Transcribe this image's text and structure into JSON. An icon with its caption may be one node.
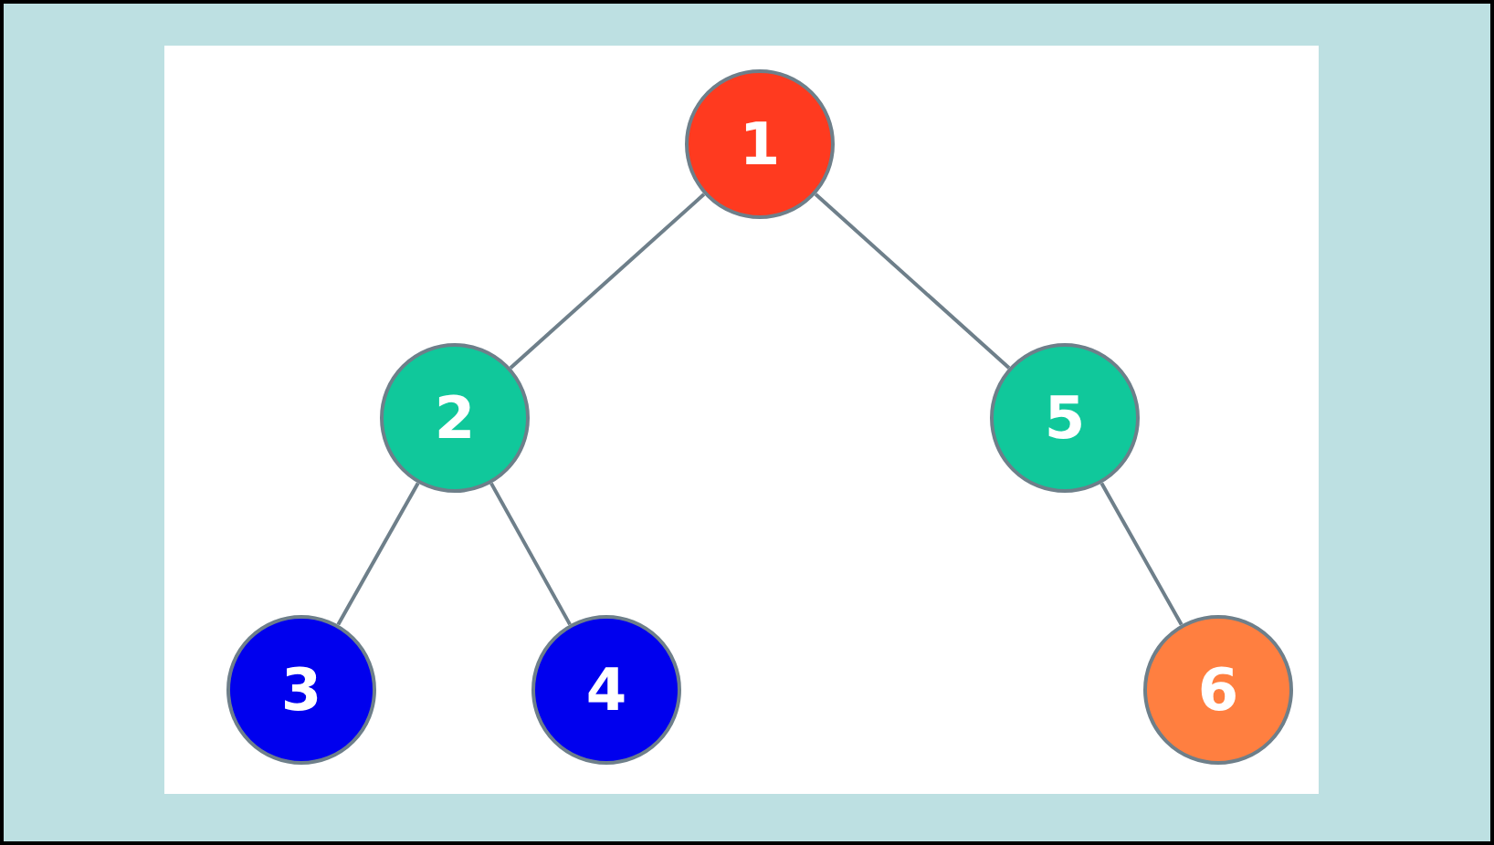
{
  "diagram": {
    "nodes": [
      {
        "text": [
          "1"
        ]
      },
      {
        "text": [
          "2"
        ]
      },
      {
        "text": [
          "5"
        ]
      },
      {
        "text": [
          "3"
        ]
      },
      {
        "text": [
          "4"
        ]
      },
      {
        "text": [
          "6"
        ]
      }
    ],
    "edges": [
      {
        "from": 0,
        "to": 1,
        "arrow": "none"
      },
      {
        "from": 0,
        "to": 2,
        "arrow": "none"
      },
      {
        "from": 1,
        "to": 3,
        "arrow": "none"
      },
      {
        "from": 1,
        "to": 4,
        "arrow": "none"
      },
      {
        "from": 2,
        "to": 5,
        "arrow": "none"
      }
    ]
  }
}
